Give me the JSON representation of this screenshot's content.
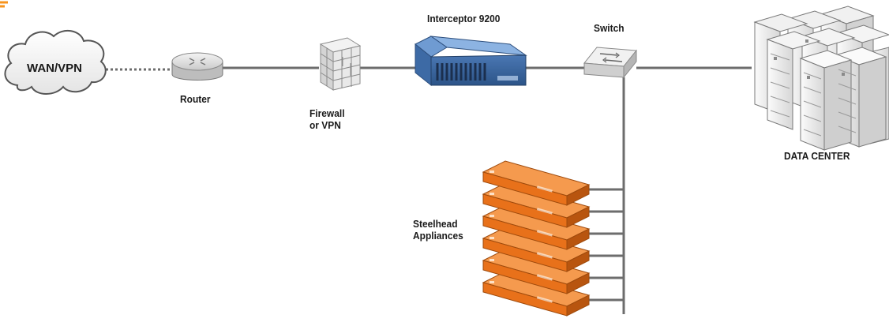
{
  "colors": {
    "link_line": "#6d6d6d",
    "interceptor_blue": "#5b8cc8",
    "steelhead_orange": "#e8711a",
    "accent_orange": "#f7941d"
  },
  "nodes": {
    "wan": {
      "label": "WAN/VPN",
      "icon": "cloud-icon"
    },
    "router": {
      "label": "Router",
      "icon": "router-icon"
    },
    "firewall": {
      "label": "Firewall\nor VPN",
      "icon": "firewall-icon"
    },
    "interceptor": {
      "label": "Interceptor 9200",
      "icon": "interceptor-appliance-icon"
    },
    "switch": {
      "label": "Switch",
      "icon": "switch-icon"
    },
    "datacenter": {
      "label": "DATA CENTER",
      "icon": "server-rack-icon"
    },
    "steelhead": {
      "label": "Steelhead\nAppliances",
      "icon": "steelhead-appliance-icon",
      "count": 6
    }
  }
}
